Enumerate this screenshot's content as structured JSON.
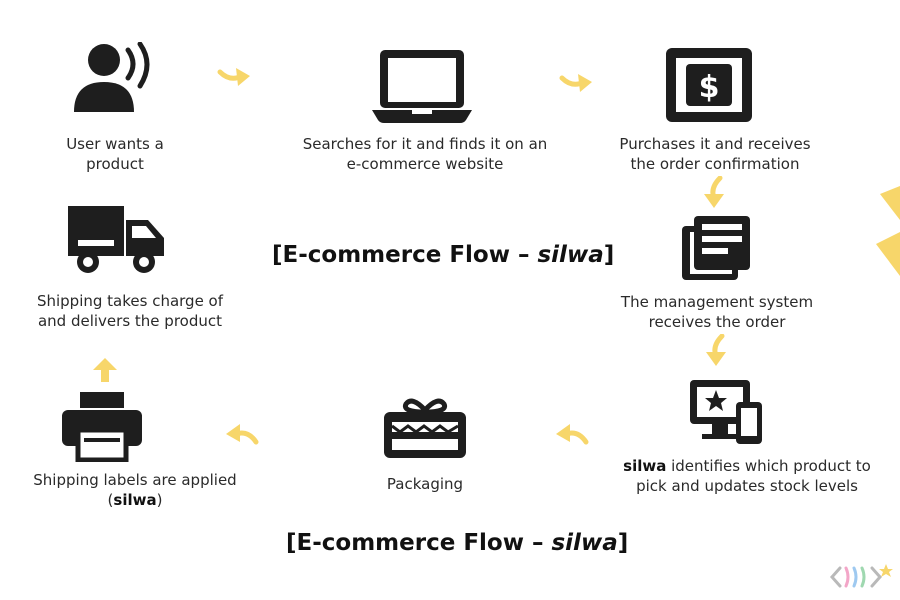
{
  "steps": [
    {
      "text": "User wants a product",
      "icon": "user-speaking-icon"
    },
    {
      "text": "Searches for it and finds it on an e-commerce website",
      "icon": "laptop-icon"
    },
    {
      "text": "Purchases it and receives the order confirmation",
      "icon": "dollar-screen-icon"
    },
    {
      "text": "The management system receives the order",
      "icon": "document-stack-icon"
    },
    {
      "bold": "silwa",
      "text": " identifies which product to pick and updates stock levels",
      "icon": "devices-star-icon"
    },
    {
      "text": "Packaging",
      "icon": "gift-box-icon"
    },
    {
      "text": "Shipping labels are applied",
      "bold": "silwa",
      "icon": "printer-icon"
    },
    {
      "text": "Shipping takes charge of and delivers the product",
      "icon": "truck-icon"
    }
  ],
  "title": {
    "prefix": "[E-commerce Flow – ",
    "brand": "silwa",
    "suffix": "]"
  },
  "colors": {
    "accent": "#f7d66a",
    "icon": "#1e1e1e",
    "text": "#2a2a2a"
  }
}
